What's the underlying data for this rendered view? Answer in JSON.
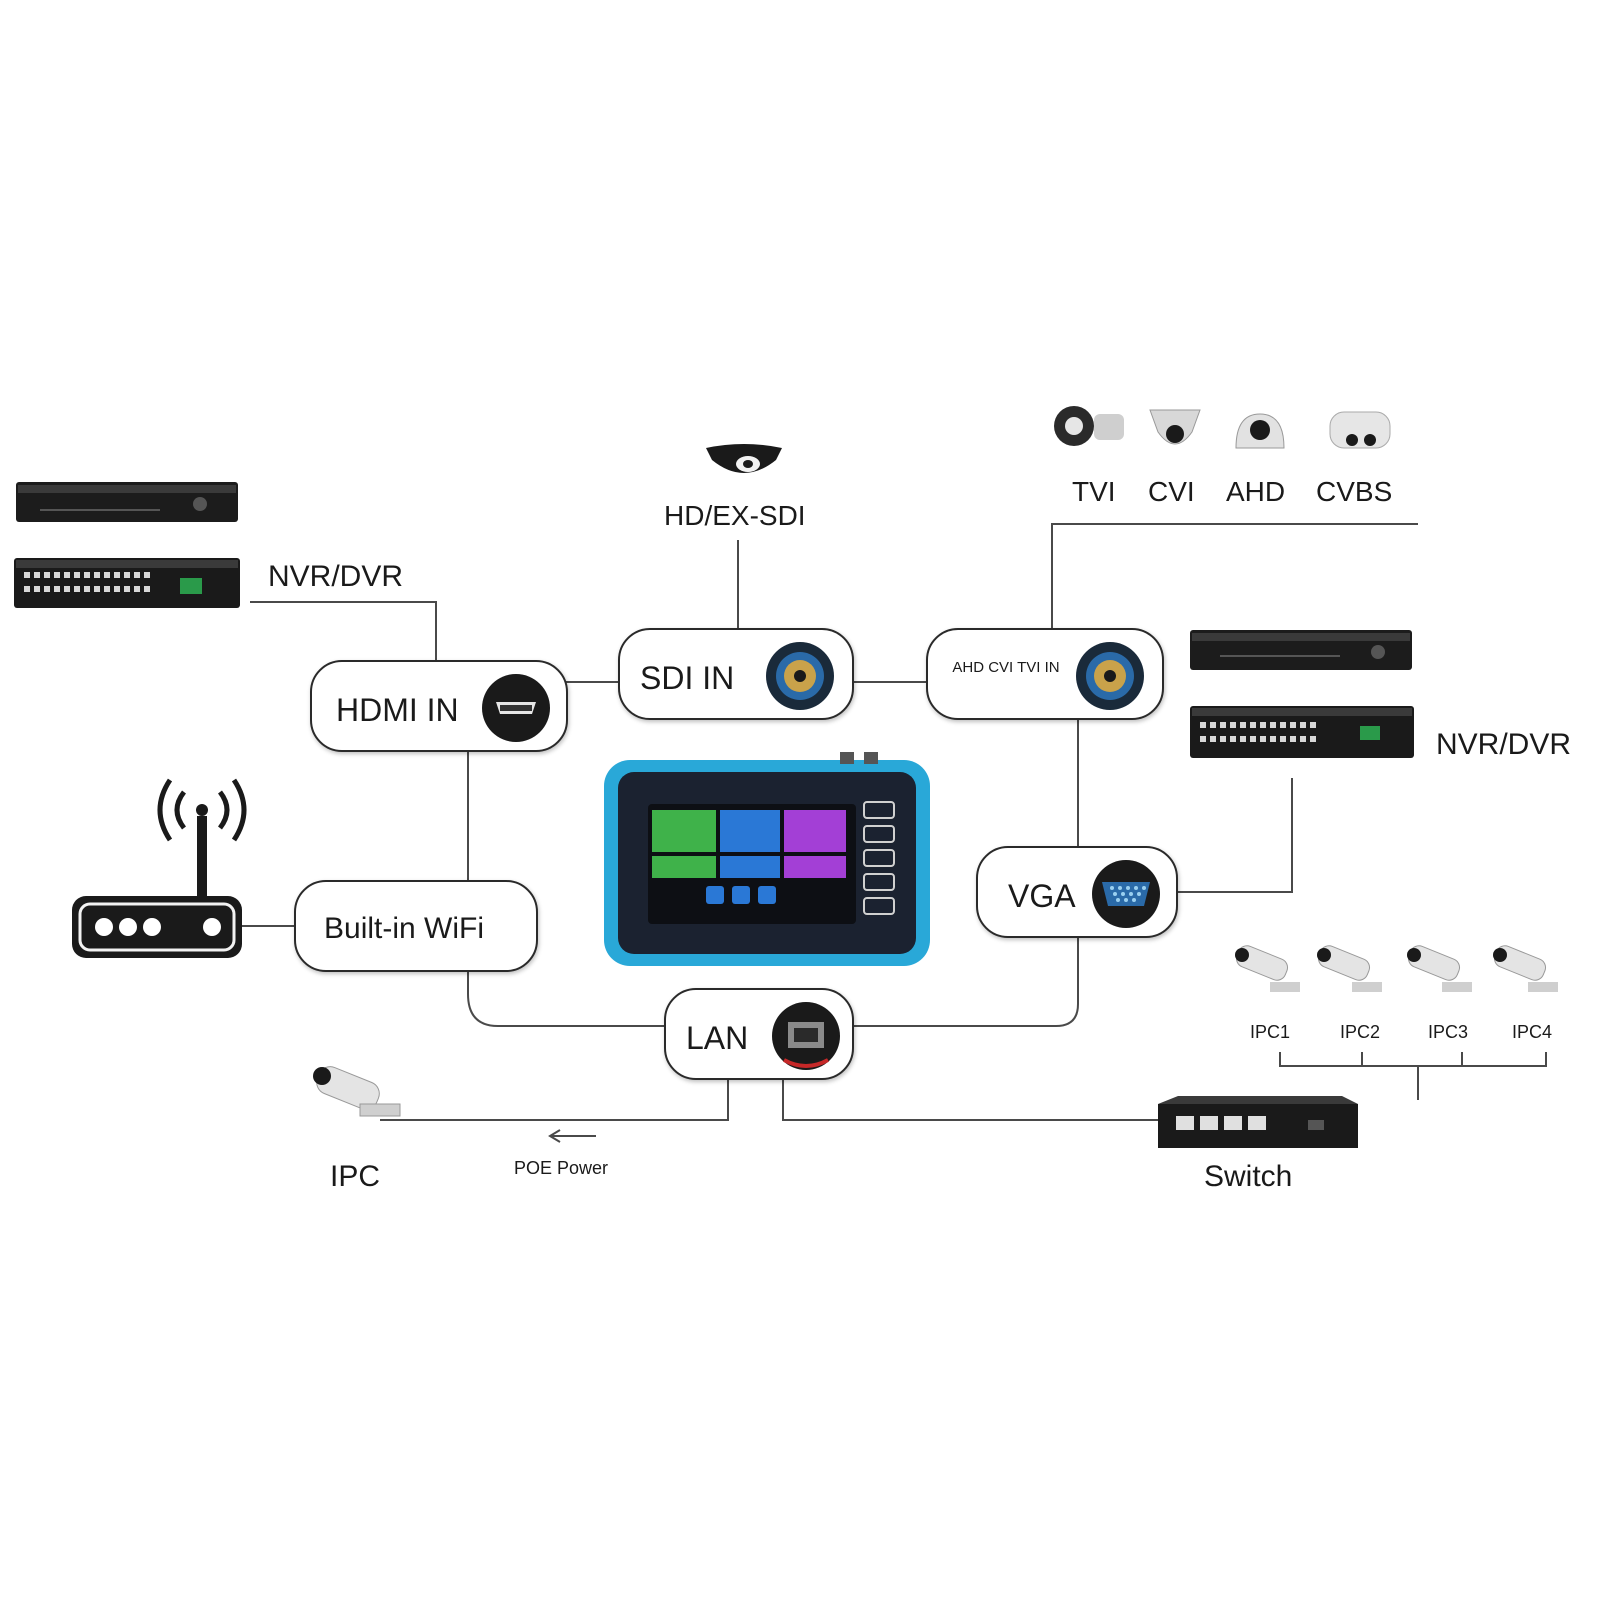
{
  "nodes": {
    "hdmi_in": "HDMI IN",
    "sdi_in": "SDI IN",
    "analog_in": "AHD CVI TVI IN",
    "wifi": "Built-in WiFi",
    "vga": "VGA",
    "lan": "LAN"
  },
  "labels": {
    "hd_ex_sdi": "HD/EX-SDI",
    "nvr_dvr_left": "NVR/DVR",
    "nvr_dvr_right": "NVR/DVR",
    "ipc": "IPC",
    "poe_power": "POE Power",
    "switch": "Switch"
  },
  "camera_types": [
    "TVI",
    "CVI",
    "AHD",
    "CVBS"
  ],
  "ipc_cameras": [
    "IPC1",
    "IPC2",
    "IPC3",
    "IPC4"
  ],
  "colors": {
    "line": "#4a4a4a",
    "device_frame": "#29a8d8",
    "tile_green": "#3fb24a",
    "tile_blue": "#2a78d6",
    "tile_purple": "#a33fd6"
  }
}
